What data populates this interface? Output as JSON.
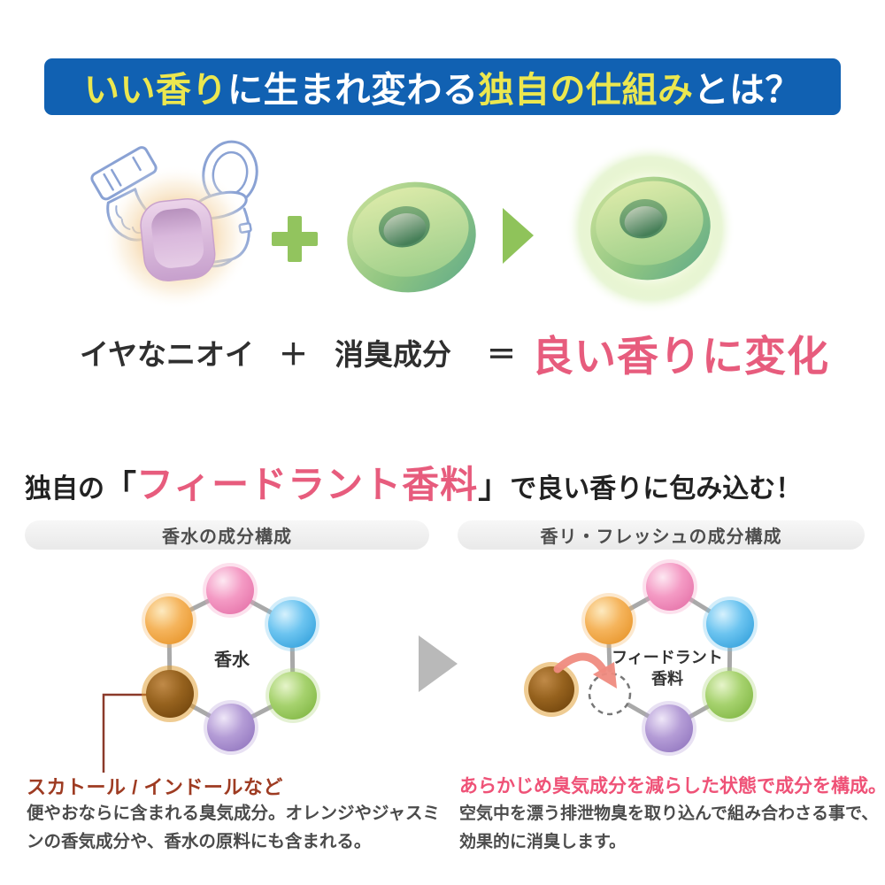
{
  "banner": {
    "segments": [
      {
        "text": "いい香り",
        "color": "#ece74f"
      },
      {
        "text": "に生まれ変わる",
        "color": "#ffffff"
      },
      {
        "text": "独自の仕組み",
        "color": "#ece74f"
      },
      {
        "text": "とは？",
        "color": "#ffffff"
      }
    ]
  },
  "equation": {
    "term1": "イヤなニオイ",
    "operator_plus": "＋",
    "term2": "消臭成分",
    "operator_equals": "＝",
    "result": "良い香りに変化"
  },
  "subheading": {
    "prefix": "独自の",
    "bracket_open": "「",
    "highlight": "フィードラント香料",
    "bracket_close": "」",
    "suffix": "で良い香りに包み込む！"
  },
  "left_panel": {
    "header": "香水の成分構成",
    "center_label": "香水",
    "callout": "スカトール / インドールなど",
    "description": "便やおならに含まれる臭気成分。オレンジやジャスミンの香気成分や、香水の原料にも含まれる。"
  },
  "right_panel": {
    "header": "香リ・フレッシュの成分構成",
    "center_label_line1": "フィードラント",
    "center_label_line2": "香料",
    "lead": "あらかじめ臭気成分を減らした状態で成分を構成。",
    "description": "空気中を漂う排泄物臭を取り込んで組み合わさる事で、効果的に消臭します。"
  },
  "colors": {
    "banner_bg": "#1161b2",
    "banner_yellow": "#ece74f",
    "banner_white": "#ffffff",
    "accent_pink": "#e75c7d",
    "lead_pink": "#ef5277",
    "callout_brown_red": "#9e3b22",
    "body_text": "#4b4b4b",
    "green_accent": "#8fc35a",
    "gray_arrow": "#b9b9b9",
    "connector_gray": "#a9a9a9",
    "node_pink": "#f49ac4",
    "node_orange": "#f5b45c",
    "node_blue": "#6cc4f0",
    "node_green": "#a6d26e",
    "node_purple": "#b49cd6",
    "node_brown": "#96621e"
  }
}
